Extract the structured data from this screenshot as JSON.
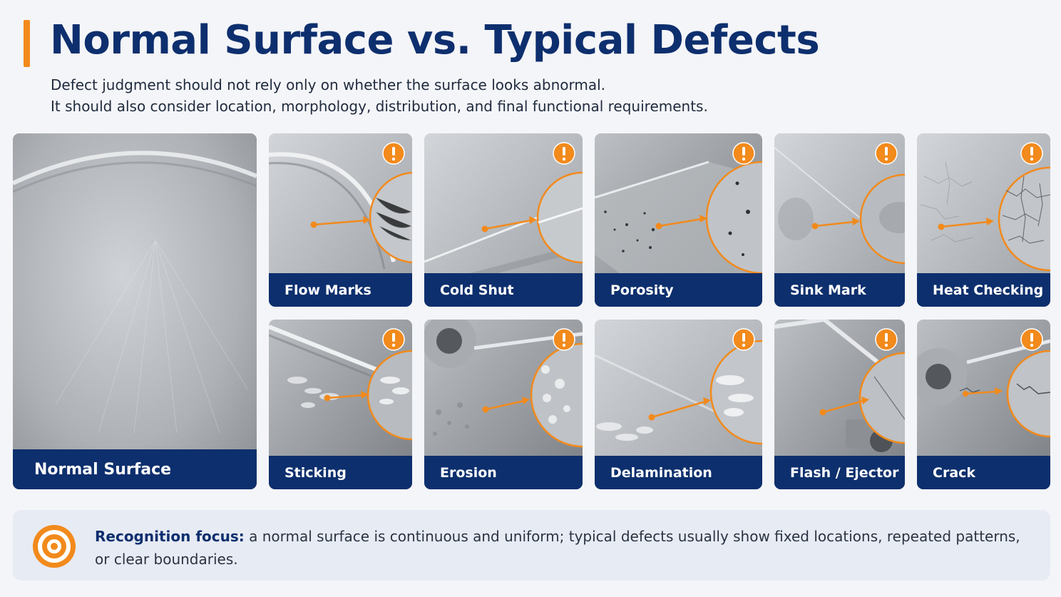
{
  "header": {
    "title": "Normal Surface vs. Typical Defects",
    "subtitle_lines": [
      "Defect judgment should not rely only on whether the surface looks abnormal.",
      "It should also consider location, morphology, distribution, and final functional requirements."
    ]
  },
  "normal": {
    "label": "Normal Surface"
  },
  "defects": [
    {
      "label": "Flow Marks",
      "icon": "warning-icon"
    },
    {
      "label": "Cold Shut",
      "icon": "warning-icon"
    },
    {
      "label": "Porosity",
      "icon": "warning-icon"
    },
    {
      "label": "Sink Mark",
      "icon": "warning-icon"
    },
    {
      "label": "Heat Checking",
      "icon": "warning-icon"
    },
    {
      "label": "Sticking",
      "icon": "warning-icon"
    },
    {
      "label": "Erosion",
      "icon": "warning-icon"
    },
    {
      "label": "Delamination",
      "icon": "warning-icon"
    },
    {
      "label": "Flash / Ejector",
      "icon": "warning-icon"
    },
    {
      "label": "Crack",
      "icon": "warning-icon"
    }
  ],
  "focus": {
    "icon": "target-icon",
    "heading": "Recognition focus:",
    "text": "a normal surface is continuous and uniform; typical defects usually show fixed locations, repeated patterns, or clear boundaries."
  },
  "colors": {
    "navy": "#0d2f6d",
    "accent": "#f28a1c",
    "background": "#f4f5f8"
  }
}
